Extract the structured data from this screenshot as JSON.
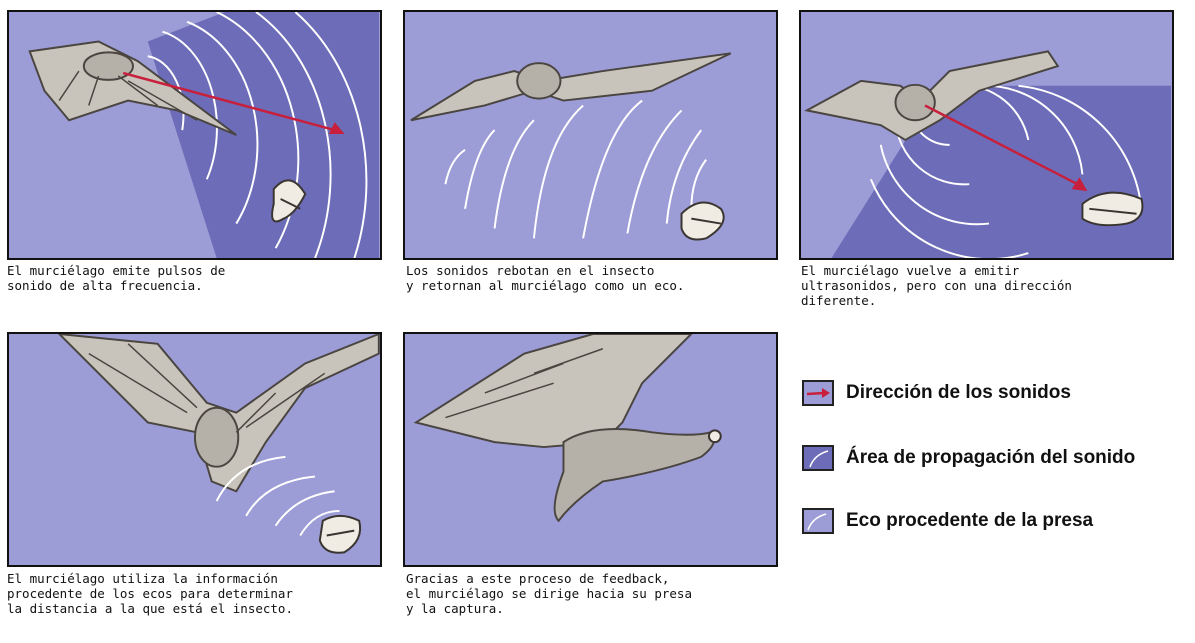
{
  "colors": {
    "panel_bg": "#9c9cd6",
    "propagation_area": "#6c6cb8",
    "arrow": "#c8203c",
    "wave": "#ffffff",
    "bat_body": "#c9c4bb",
    "bat_dark": "#4a4540"
  },
  "panels": [
    {
      "caption": "El murciélago emite pulsos de\nsonido de alta frecuencia."
    },
    {
      "caption": "Los sonidos rebotan en el insecto\ny retornan al murciélago como un eco."
    },
    {
      "caption": "El murciélago vuelve a emitir\nultrasonidos, pero con una dirección\ndiferente."
    },
    {
      "caption": "El murciélago utiliza la información\nprocedente de los ecos para determinar\nla distancia a la que está el insecto."
    },
    {
      "caption": "Gracias a este proceso de feedback,\nel murciélago se dirige hacia su presa\ny la captura."
    }
  ],
  "legend": [
    {
      "icon": "red-arrow-icon",
      "label": "Dirección de los sonidos"
    },
    {
      "icon": "propagation-area-icon",
      "label": "Área de propagación del sonido"
    },
    {
      "icon": "echo-wave-icon",
      "label": "Eco procedente de la presa"
    }
  ]
}
